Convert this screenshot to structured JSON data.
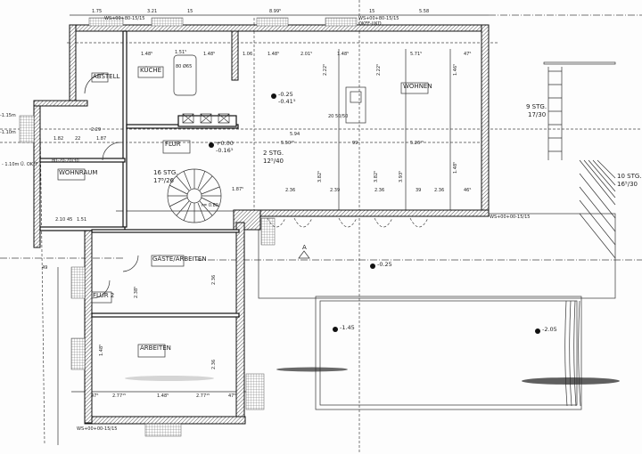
{
  "rooms": {
    "kueche": "KÜCHE",
    "wohnen": "WOHNEN",
    "flur": "FLUR",
    "wohnraum_left": "WOHNRAUM",
    "gaeste": "GÄSTE/ARBEITEN",
    "flur2": "FLUR 2",
    "arbeiten": "ARBEITEN",
    "abstell": "ABSTELL"
  },
  "stairs": {
    "main": "16 STG.",
    "main_ratio": "17⁸/26",
    "step": "2 STG.",
    "step_ratio": "12⁵/40",
    "right_upper": "9 STG.",
    "right_upper_ratio": "17/30",
    "right_lower": "10 STG.",
    "right_lower_ratio": "16⁵/30"
  },
  "levels": {
    "wohnen_top": "-0.25",
    "wohnen_bottom": "-0.41⁵",
    "flur_top": "+0.00",
    "flur_bottom": "-0.16⁵",
    "terrace": "-0.25",
    "pool_left": "-1.45",
    "pool_right": "-2.05"
  },
  "dimensions": {
    "top": [
      "1.75",
      "3.21",
      "15",
      "8.99⁵",
      "15",
      "5.58"
    ],
    "inner_top": [
      "1.48⁵",
      "1.51⁵",
      "1.48⁵",
      "1.06",
      "1.48⁵",
      "2.01⁵",
      "1.48⁵",
      "5.71⁵",
      "47⁵"
    ],
    "middle": [
      "5.94",
      "5.50¹⁵",
      "99",
      "5.26¹⁵"
    ],
    "lower_row": [
      "1.87⁵",
      "2.36",
      "2.39",
      "2.36",
      "39",
      "2.36",
      "46⁵"
    ],
    "vertical": [
      "2.22⁵",
      "2.22⁵",
      "1.46⁵",
      "3.82⁵",
      "3.82⁵",
      "3.93⁵",
      "1.48⁵"
    ],
    "bottom": [
      "47⁵",
      "2.77¹⁵",
      "1.48⁵",
      "2.77¹⁵",
      "47⁵"
    ],
    "left_wing": [
      "2.29",
      "1.82",
      "22",
      "1.87",
      "2.10",
      "45",
      "1.51",
      "49"
    ],
    "lower_vertical": [
      "2.36",
      "2.36",
      "2.38⁵",
      "1.48⁵"
    ]
  },
  "annotations": {
    "window_top_left": "WS+00+80-15/15",
    "window_top_right": "WS+00+80-15/15",
    "okff_ukd": "OKFF-UKD",
    "window_bottom": "WS+00+00-15/15",
    "window_right": "WS+00+00-15/15",
    "chimney": "20 50/50",
    "sink": "80 Ø65",
    "radius": "r= 0.80",
    "section_marker": "A",
    "left_edge_a": "-1.15m",
    "left_edge_b": "-1.10m",
    "left_note": "- 1.10m Ü. OKFF",
    "wing_opening": "80-20-20/30"
  },
  "colors": {
    "ink": "#111111",
    "paper": "#fdfdfd",
    "smudge": "#2a2a2a"
  }
}
